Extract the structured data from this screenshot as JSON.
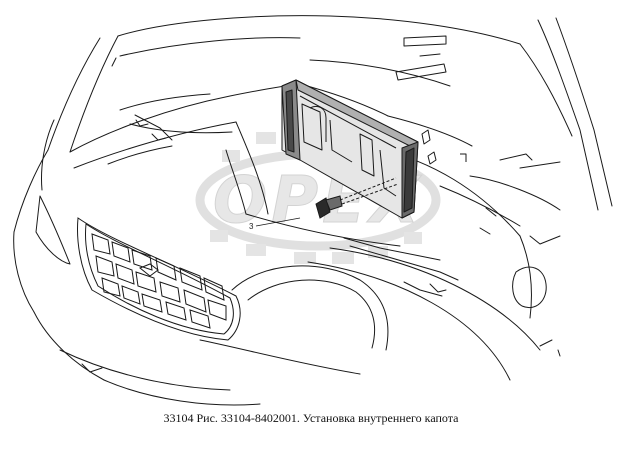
{
  "caption": "33104 Рис. 33104-8402001. Установка внутреннего капота",
  "callouts": {
    "part_number": "3"
  },
  "watermark": {
    "text": "OPEX",
    "color": "#c8c8c8"
  },
  "colors": {
    "line": "#1a1a1a",
    "panel_fill": "#9a9a9a",
    "panel_dark": "#4a4a4a"
  }
}
